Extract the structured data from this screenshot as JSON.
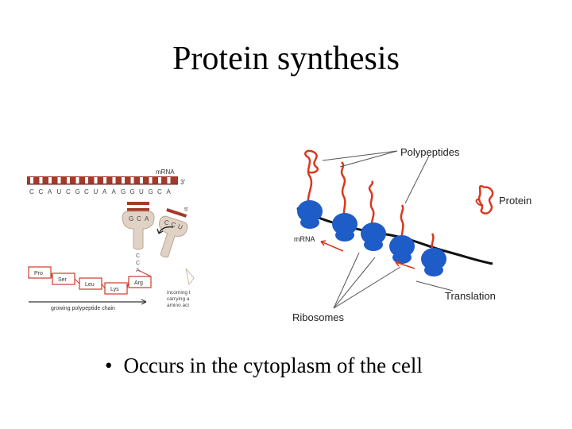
{
  "slide": {
    "title": "Protein synthesis",
    "bullet": "Occurs in the cytoplasm of the cell"
  },
  "translation_figure": {
    "mrna_label": "mRNA",
    "three_prime": "3'",
    "mrna_sequence": [
      "C",
      "C",
      "A",
      "U",
      "C",
      "G",
      "C",
      "U",
      "A",
      "A",
      "G",
      "G",
      "U",
      "G",
      "C",
      "A"
    ],
    "anticodon_left": [
      "G",
      "C",
      "A"
    ],
    "anticodon_right": [
      "C",
      "C",
      "U"
    ],
    "five_prime": "5'",
    "acceptor_stem": [
      "C",
      "C",
      "A"
    ],
    "chain": [
      "Pro",
      "Ser",
      "Leu",
      "Lys",
      "Arg"
    ],
    "chain_label": "growing polypeptide chain",
    "incoming_label_lines": [
      "incoming t",
      "carrying a",
      "amino aci"
    ]
  },
  "polysome_figure": {
    "polypeptides_label": "Polypeptides",
    "protein_label": "Protein",
    "mrna_label": "mRNA",
    "translation_label": "Translation",
    "ribosomes_label": "Ribosomes"
  },
  "colors": {
    "mrna_strip": "#a33a2c",
    "trna": "#e0d2c4",
    "ribosome": "#1e5cc8",
    "polypeptide": "#d8381e",
    "arrow_red": "#d8381e"
  }
}
